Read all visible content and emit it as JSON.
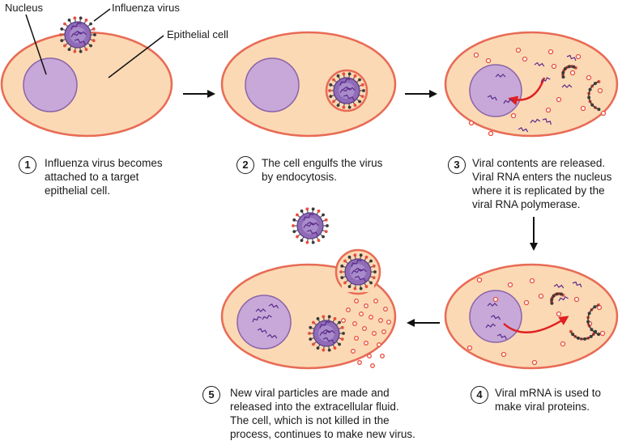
{
  "labels": {
    "nucleus": "Nucleus",
    "influenza_virus": "Influenza virus",
    "epithelial_cell": "Epithelial cell"
  },
  "steps": [
    {
      "number": "1",
      "lines": [
        "Influenza virus becomes",
        "attached to a target",
        "epithelial cell."
      ]
    },
    {
      "number": "2",
      "lines": [
        "The cell engulfs the virus",
        "by endocytosis."
      ]
    },
    {
      "number": "3",
      "lines": [
        "Viral contents are released.",
        "Viral RNA enters the nucleus",
        "where it is replicated by the",
        "viral RNA polymerase."
      ]
    },
    {
      "number": "4",
      "lines": [
        "Viral mRNA is used to",
        "make viral proteins."
      ]
    },
    {
      "number": "5",
      "lines": [
        "New viral particles are made and",
        "released into the extracellular fluid.",
        "The cell, which is not killed in the",
        "process, continues to make new virus."
      ]
    }
  ],
  "colors": {
    "cell_fill": "#fbd9b5",
    "cell_outline": "#e86b55",
    "nucleus_fill": "#c7a8d8",
    "nucleus_outline": "#8a64a8",
    "virus_fill": "#8f6bb8",
    "rna_color": "#5a2b8a",
    "red_arrow": "#e02020",
    "spike_tip": "#e94d3c"
  }
}
